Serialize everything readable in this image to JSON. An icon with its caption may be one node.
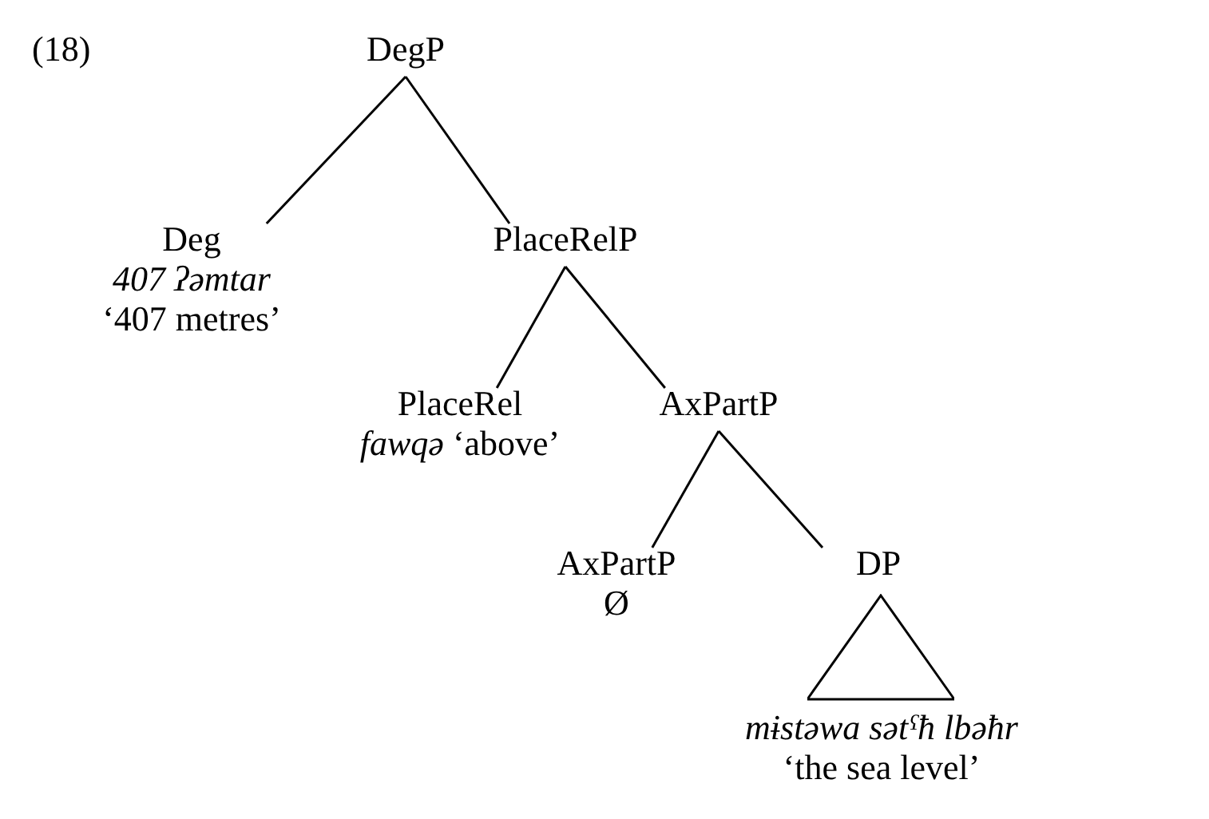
{
  "diagram": {
    "nodes": [
      {
        "text": [
          "DegP"
        ]
      },
      {
        "text": [
          "Deg",
          "407 ʔəmtar",
          "‘407 metres’"
        ]
      },
      {
        "text": [
          "PlaceRelP"
        ]
      },
      {
        "text": [
          "PlaceRel",
          "*fawqə* ‘above’"
        ]
      },
      {
        "text": [
          "AxPartP"
        ]
      },
      {
        "text": [
          "AxPartP",
          "Ø"
        ]
      },
      {
        "text": [
          "DP"
        ]
      },
      {
        "text": [
          "mɨstəwa sətˤħ lbəħr",
          "‘the sea level’"
        ]
      }
    ],
    "edges": [
      {
        "from": 0,
        "to": 1,
        "arrow": "none"
      },
      {
        "from": 0,
        "to": 2,
        "arrow": "none"
      },
      {
        "from": 2,
        "to": 3,
        "arrow": "none"
      },
      {
        "from": 2,
        "to": 4,
        "arrow": "none"
      },
      {
        "from": 4,
        "to": 5,
        "arrow": "none"
      },
      {
        "from": 4,
        "to": 6,
        "arrow": "none"
      }
    ],
    "labels": [
      "(18)"
    ]
  }
}
